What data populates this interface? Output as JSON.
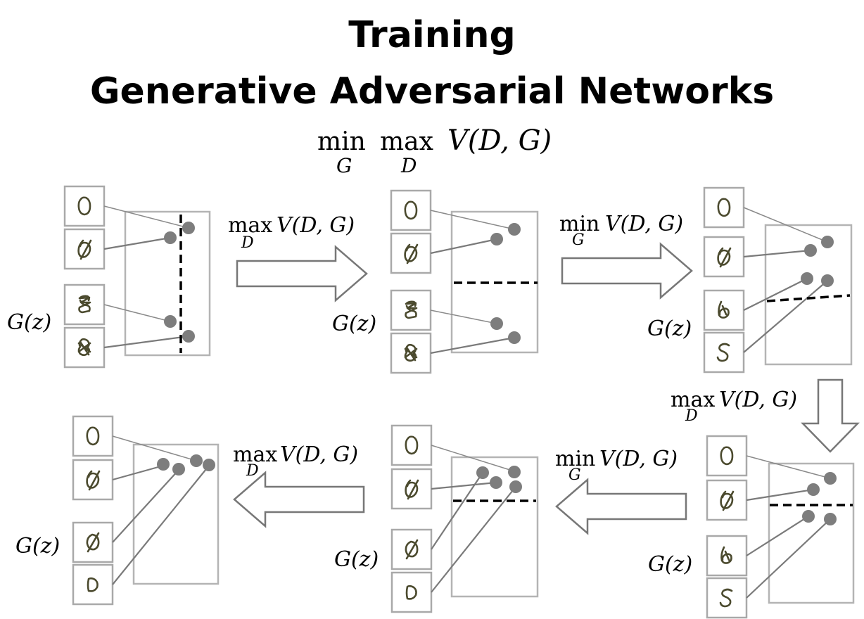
{
  "title": {
    "line1": "Training",
    "line2": "Generative Adversarial Networks"
  },
  "objective": {
    "min": "min",
    "max": "max",
    "sub_min": "G",
    "sub_max": "D",
    "expr": "V(D, G)"
  },
  "steps": [
    {
      "op": "max",
      "sub": "D",
      "expr": "V(D, G)"
    },
    {
      "op": "min",
      "sub": "G",
      "expr": "V(D, G)"
    },
    {
      "op": "max",
      "sub": "D",
      "expr": "V(D, G)"
    },
    {
      "op": "min",
      "sub": "G",
      "expr": "V(D, G)"
    },
    {
      "op": "max",
      "sub": "D",
      "expr": "V(D, G)"
    }
  ],
  "generator_label": "G(z)"
}
